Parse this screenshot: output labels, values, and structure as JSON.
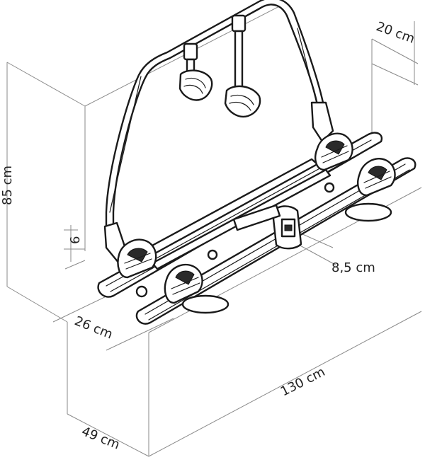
{
  "dimensions": {
    "height": "85 cm",
    "depth_top": "20 cm",
    "small_offset": "6",
    "wheel_gap": "8,5 cm",
    "rail_spacing": "26 cm",
    "width": "130 cm",
    "base_depth": "49 cm"
  },
  "colors": {
    "line": "#1a1a1a",
    "dimension": "#8a8a8a"
  }
}
